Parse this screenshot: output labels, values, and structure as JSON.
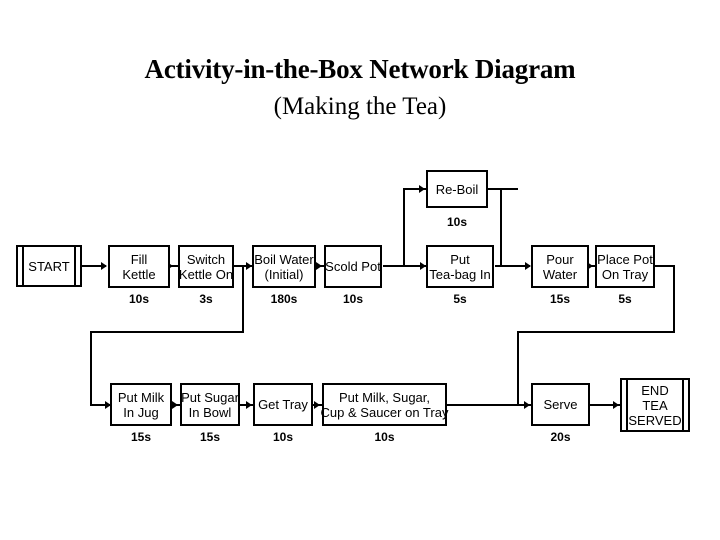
{
  "title": {
    "main": "Activity-in-the-Box Network Diagram",
    "sub": "(Making the Tea)"
  },
  "terminators": {
    "start": "START",
    "end_line1": "END",
    "end_line2": "TEA",
    "end_line3": "SERVED"
  },
  "nodes": {
    "reboil": {
      "line1": "Re-Boil",
      "line2": "",
      "duration": "10s"
    },
    "fill_kettle": {
      "line1": "Fill",
      "line2": "Kettle",
      "duration": "10s"
    },
    "switch_on": {
      "line1": "Switch",
      "line2": "Kettle On",
      "duration": "3s"
    },
    "boil_water": {
      "line1": "Boil Water",
      "line2": "(Initial)",
      "duration": "180s"
    },
    "scold_pot": {
      "line1": "Scold Pot",
      "line2": "",
      "duration": "10s"
    },
    "tea_bag": {
      "line1": "Put",
      "line2": "Tea-bag In",
      "duration": "5s"
    },
    "pour_water": {
      "line1": "Pour",
      "line2": "Water",
      "duration": "15s"
    },
    "place_pot": {
      "line1": "Place Pot",
      "line2": "On Tray",
      "duration": "5s"
    },
    "milk_jug": {
      "line1": "Put Milk",
      "line2": "In Jug",
      "duration": "15s"
    },
    "sugar_bowl": {
      "line1": "Put Sugar",
      "line2": "In Bowl",
      "duration": "15s"
    },
    "get_tray": {
      "line1": "Get Tray",
      "line2": "",
      "duration": "10s"
    },
    "load_tray": {
      "line1": "Put Milk, Sugar,",
      "line2": "Cup & Saucer on Tray",
      "duration": "10s"
    },
    "serve": {
      "line1": "Serve",
      "line2": "",
      "duration": "20s"
    }
  },
  "colors": {
    "stroke": "#000000",
    "background": "#ffffff",
    "text": "#000000"
  }
}
